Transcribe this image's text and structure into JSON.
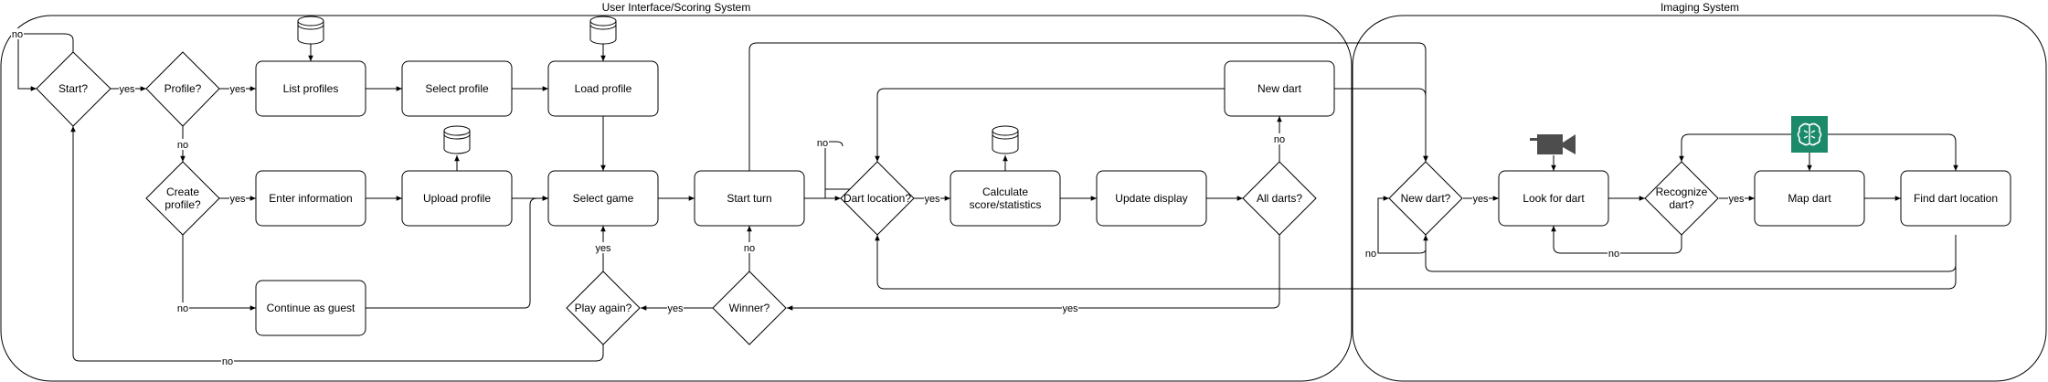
{
  "containers": {
    "ui": "User Interface/Scoring System",
    "imaging": "Imaging System"
  },
  "nodes": {
    "start": "Start?",
    "profile_q": "Profile?",
    "list_profiles": "List profiles",
    "select_profile": "Select profile",
    "load_profile": "Load profile",
    "create_profile_1": "Create",
    "create_profile_2": "profile?",
    "enter_information": "Enter information",
    "upload_profile": "Upload profile",
    "select_game": "Select game",
    "start_turn": "Start turn",
    "continue_guest": "Continue as guest",
    "play_again": "Play again?",
    "winner": "Winner?",
    "dart_location": "Dart location?",
    "calc_1": "Calculate",
    "calc_2": "score/statistics",
    "update_display": "Update display",
    "new_dart_box": "New dart",
    "all_darts": "All darts?",
    "new_dart_q": "New dart?",
    "look_for_dart": "Look for dart",
    "recognize_1": "Recognize",
    "recognize_2": "dart?",
    "map_dart": "Map dart",
    "find_dart_location": "Find dart location"
  },
  "edge_labels": {
    "yes": "yes",
    "no": "no"
  },
  "icons": [
    "database-icon",
    "camera-icon",
    "brain-icon"
  ],
  "colors": {
    "stroke": "#000000",
    "brain_icon_bg": "#1b8a6b",
    "camera": "#4d4d4d"
  }
}
